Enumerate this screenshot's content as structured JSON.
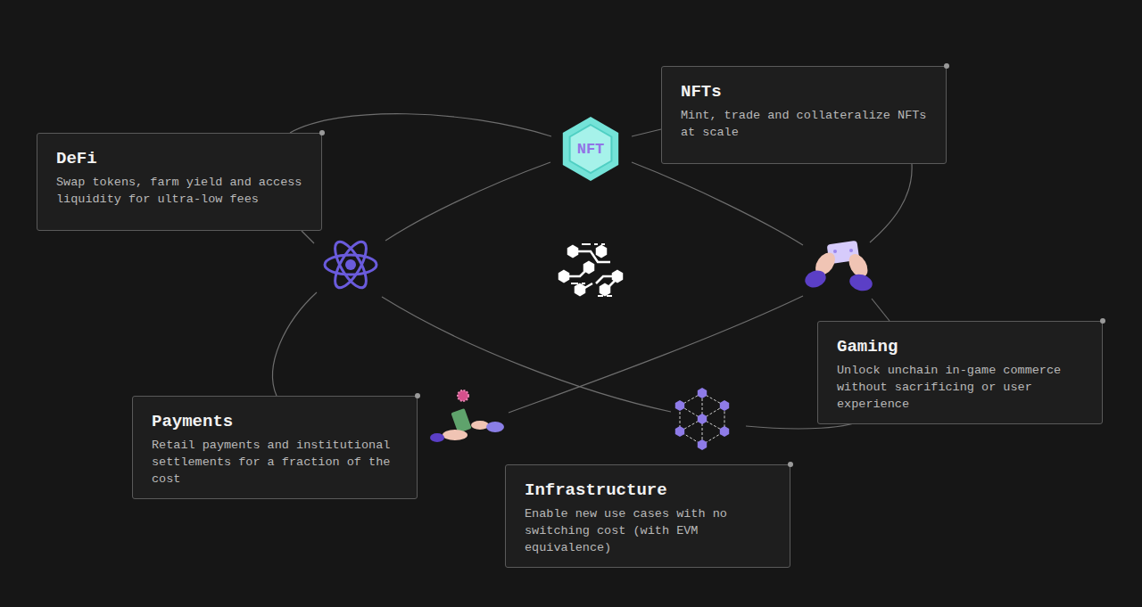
{
  "diagram": {
    "nodes": [
      {
        "text": [
          "NFTs",
          "Mint, trade and collateralize NFTs at scale"
        ]
      },
      {
        "text": [
          "DeFi",
          "Swap tokens, farm yield and access liquidity for ultra-low fees"
        ]
      },
      {
        "text": [
          "Gaming",
          "Unlock unchain in-game commerce without sacrificing or user experience"
        ]
      },
      {
        "text": [
          "Payments",
          "Retail payments and institutional settlements for a fraction of the cost"
        ]
      },
      {
        "text": [
          "Infrastructure",
          "Enable new use cases with no switching cost (with EVM equivalence)"
        ]
      }
    ],
    "labels": [
      "NFT"
    ]
  }
}
